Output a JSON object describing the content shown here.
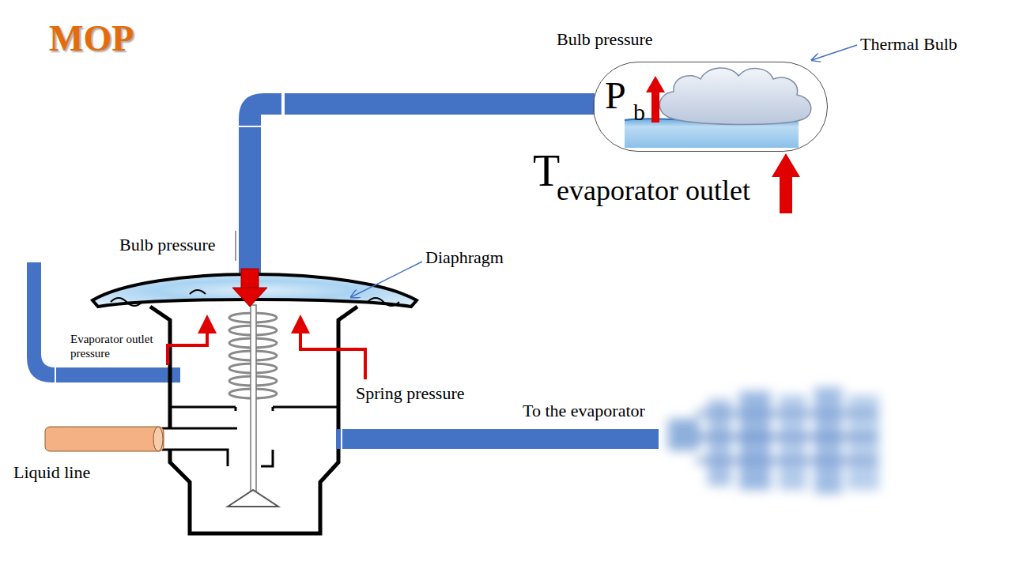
{
  "diagram": {
    "title": "MOP",
    "nodes": [
      {
        "text": [
          "P",
          "b"
        ]
      }
    ],
    "labels": [
      "Bulb pressure",
      "Thermal Bulb",
      "T",
      "evaporator outlet",
      "Bulb pressure",
      "Diaphragm",
      "Evaporator outlet pressure",
      "Spring pressure",
      "To the evaporator",
      "Liquid line"
    ]
  }
}
